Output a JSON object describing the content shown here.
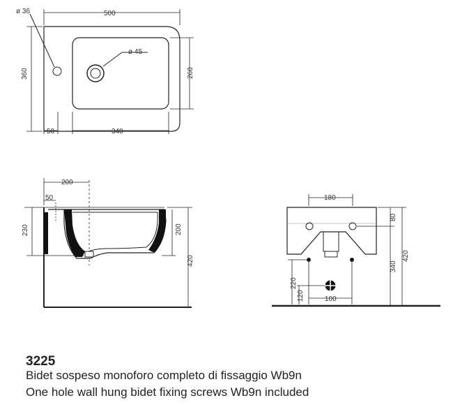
{
  "product": {
    "code": "3225",
    "description_it": "Bidet sospeso monoforo completo di fissaggio Wb9n",
    "description_en": "One hole wall hung bidet fixing screws Wb9n included"
  },
  "top_view": {
    "dims": {
      "hole_diameter": "ø 36",
      "width": "500",
      "tap_hole": "ø 45",
      "depth": "360",
      "bowl_depth": "260",
      "offset": "50",
      "bowl_width": "340"
    }
  },
  "side_view": {
    "dims": {
      "projection": "200",
      "wall_offset": "50",
      "height": "230",
      "bowl_height": "200",
      "floor_height": "420"
    }
  },
  "front_view": {
    "dims": {
      "fixing_spacing": "180",
      "top_to_fixing": "80",
      "fixing_height": "340",
      "total_height": "420",
      "pipe_height": "220",
      "drain_height": "120",
      "drain_spacing": "100"
    }
  }
}
